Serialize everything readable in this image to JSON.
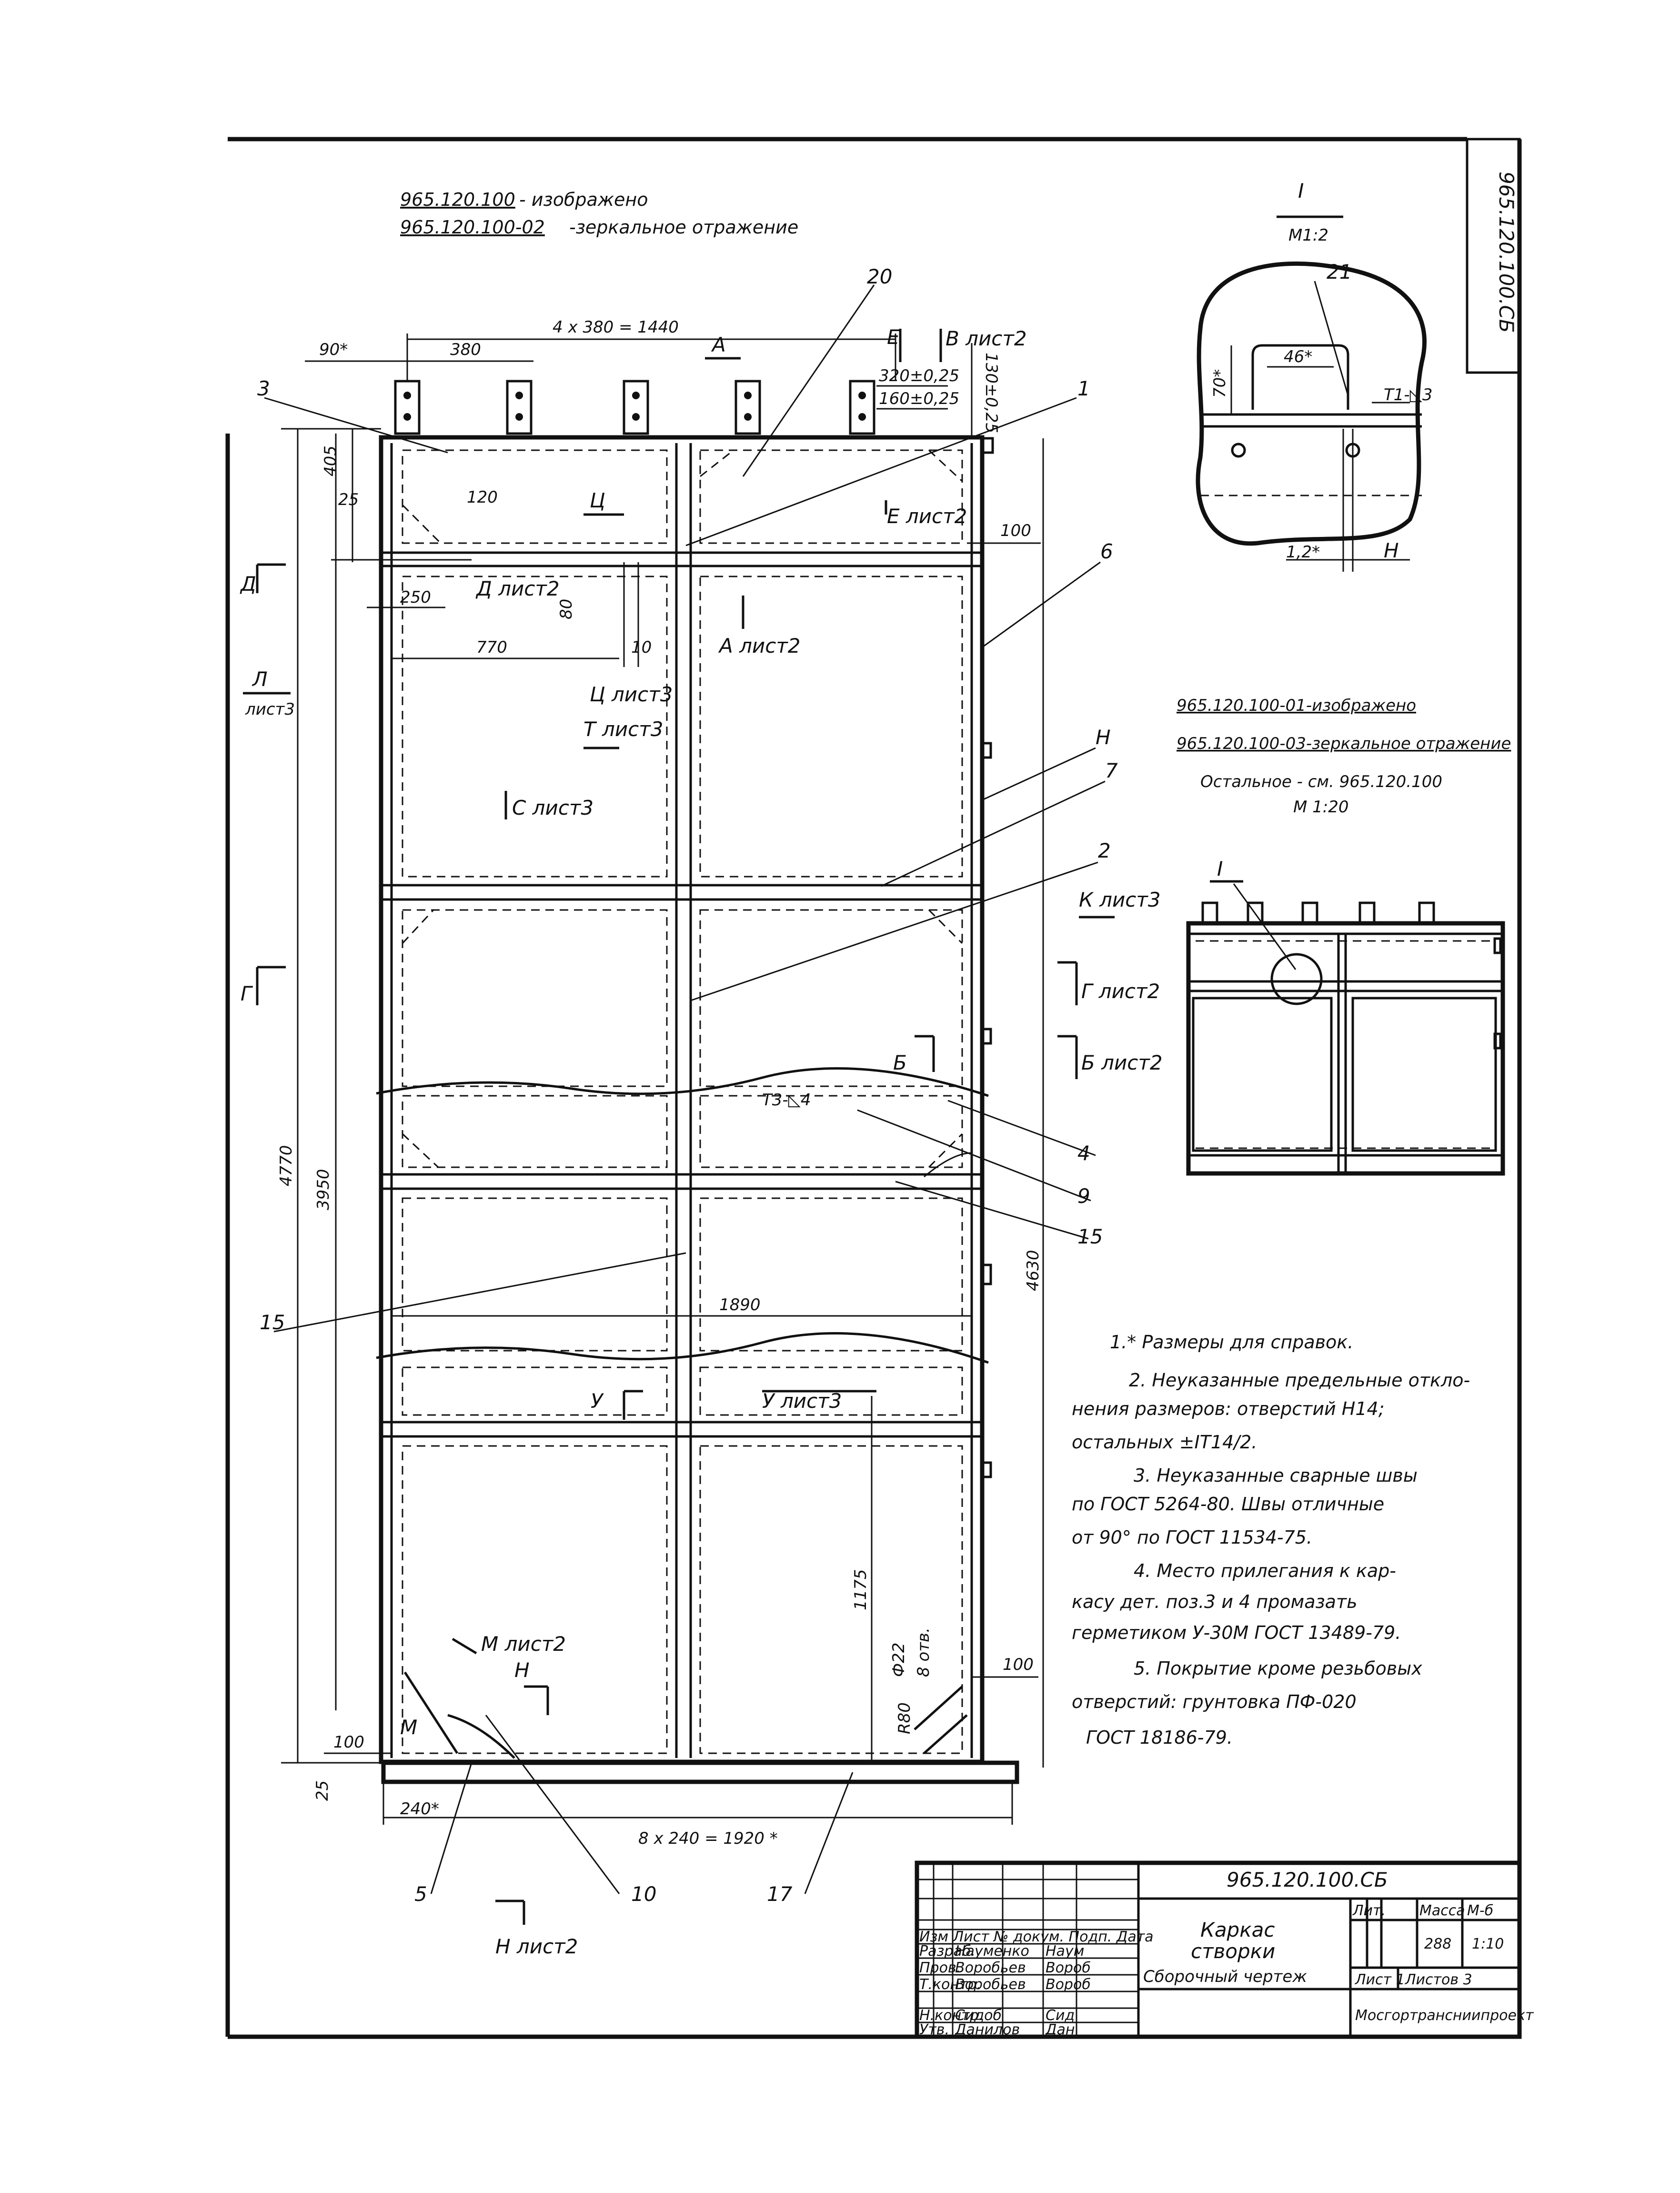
{
  "header": {
    "line1_code": "965.120.100",
    "line1_text": "- изображено",
    "line2_code": "965.120.100-02",
    "line2_text": "-зеркальное отражение"
  },
  "corner_code": "965.120.100.СБ",
  "main_view": {
    "dims": {
      "top_span": "4 x 380 = 1440",
      "d90": "90*",
      "d380": "380",
      "d320": "320±0,25",
      "d160": "160±0,25",
      "d130": "130±0,25",
      "d405": "405",
      "d25a": "25",
      "d120": "120",
      "d250": "250",
      "d80": "80",
      "d770": "770",
      "d10": "10",
      "d100a": "100",
      "d4770": "4770",
      "d3950": "3950",
      "d4630": "4630",
      "d1890": "1890",
      "d1175": "1175",
      "d22": "Ф22",
      "d8otv": "8 отв.",
      "r80": "R80",
      "d100b": "100",
      "d100c": "100",
      "d25b": "25",
      "d240": "240*",
      "bottom_span": "8 x 240 = 1920 *",
      "weld": "Т3-◺4"
    },
    "section_labels": {
      "a_top": "А",
      "e": "Е",
      "v_list2": "В лист2",
      "e_list2": "Е лист2",
      "c_top": "Ц",
      "d_list2": "Д лист2",
      "a_list2": "А лист2",
      "c_list3": "Ц лист3",
      "t_list3": "Т лист3",
      "s_list3": "С лист3",
      "k_list3": "К лист3",
      "g_list2": "Г лист2",
      "b_list2": "Б лист2",
      "b_mark": "Б",
      "u_mark": "У",
      "u_list3": "У лист3",
      "m_list2": "М лист2",
      "n_mark": "Н",
      "m_mark": "М",
      "n_list2": "Н лист2",
      "d_left": "Д",
      "l_left": "Л",
      "l_list3": "лист3",
      "g_left": "Г"
    },
    "positions": {
      "p1": "1",
      "p2": "2",
      "p3": "3",
      "p4": "4",
      "p5": "5",
      "p6": "6",
      "p7": "7",
      "p9": "9",
      "p10": "10",
      "p15a": "15",
      "p15b": "15",
      "p17": "17",
      "p20": "20",
      "p21": "21",
      "pH": "Н"
    }
  },
  "detail_I": {
    "label": "I",
    "scale": "М1:2",
    "d46": "46*",
    "d70": "70*",
    "d12": "1,2*",
    "weld": "Т1-◺3",
    "mark_h": "Н"
  },
  "variant_view": {
    "line1": "965.120.100-01-изображено",
    "line2": "965.120.100-03-зеркальное отражение",
    "line3": "Остальное - см. 965.120.100",
    "scale": "М 1:20",
    "callout": "I"
  },
  "notes": [
    "1.* Размеры для справок.",
    "2. Неуказанные предельные откло-",
    "нения размеров: отверстий Н14;",
    "остальных ±IT14/2.",
    "3. Неуказанные сварные швы",
    "по ГОСТ 5264-80. Швы отличные",
    "от 90° по ГОСТ 11534-75.",
    "4. Место прилегания к кар-",
    "касу дет. поз.3 и 4 промазать",
    "герметиком У-30М ГОСТ 13489-79.",
    "5. Покрытие кроме резьбовых",
    "отверстий: грунтовка ПФ-020",
    "ГОСТ 18186-79."
  ],
  "title_block": {
    "doc_code": "965.120.100.СБ",
    "title_line1": "Каркас",
    "title_line2": "створки",
    "doc_type": "Сборочный чертеж",
    "col_headers": [
      "Изм",
      "Лист",
      "№ докум.",
      "Подп.",
      "Дата"
    ],
    "roles": [
      {
        "role": "Разраб.",
        "name": "Науменко",
        "sign": "Наум"
      },
      {
        "role": "Пров.",
        "name": "Воробьев",
        "sign": "Вороб"
      },
      {
        "role": "Т.контр.",
        "name": "Воробьев",
        "sign": "Вороб"
      },
      {
        "role": "",
        "name": "",
        "sign": ""
      },
      {
        "role": "Н.контр.",
        "name": "Сидоб",
        "sign": "Сид"
      },
      {
        "role": "Утв.",
        "name": "Данилов",
        "sign": "Дан"
      }
    ],
    "lit_label": "Лит.",
    "mass_label": "Масса",
    "scale_label": "М-б",
    "mass_value": "288",
    "scale_value": "1:10",
    "sheet_label": "Лист 1",
    "sheets_label": "Листов 3",
    "org": "Мосгортрансниипроект"
  }
}
